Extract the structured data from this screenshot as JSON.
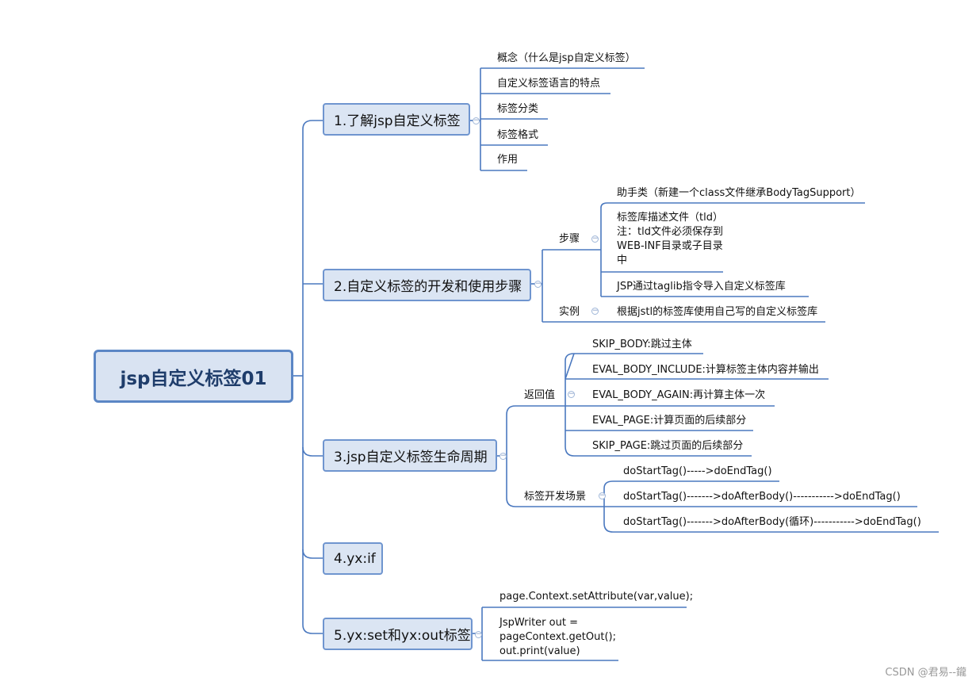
{
  "root": "jsp自定义标签01",
  "branches": [
    {
      "label": "1.了解jsp自定义标签",
      "items": [
        "概念（什么是jsp自定义标签）",
        "自定义标签语言的特点",
        "标签分类",
        "标签格式",
        "作用"
      ]
    },
    {
      "label": "2.自定义标签的开发和使用步骤",
      "steps_label": "步骤",
      "steps": [
        "助手类（新建一个class文件继承BodyTagSupport）",
        [
          "标签库描述文件（tld）",
          "注：tld文件必须保存到",
          "WEB-INF目录或子目录",
          "中"
        ],
        "JSP通过taglib指令导入自定义标签库"
      ],
      "example_label": "实例",
      "example": "根据jstl的标签库使用自己写的自定义标签库"
    },
    {
      "label": "3.jsp自定义标签生命周期",
      "return_label": "返回值",
      "returns": [
        "SKIP_BODY:跳过主体",
        "EVAL_BODY_INCLUDE:计算标签主体内容并输出",
        "EVAL_BODY_AGAIN:再计算主体一次",
        "EVAL_PAGE:计算页面的后续部分",
        "SKIP_PAGE:跳过页面的后续部分"
      ],
      "scene_label": "标签开发场景",
      "scenes": [
        "doStartTag()----->doEndTag()",
        "doStartTag()------->doAfterBody()----------->doEndTag()",
        "doStartTag()------->doAfterBody(循环)----------->doEndTag()"
      ]
    },
    {
      "label": "4.yx:if"
    },
    {
      "label": "5.yx:set和yx:out标签",
      "items": [
        "page.Context.setAttribute(var,value);",
        [
          "JspWriter out =",
          "pageContext.getOut();",
          "out.print(value)"
        ]
      ]
    }
  ],
  "watermark": "CSDN @君易--鑨",
  "colors": {
    "root_border": "#5b86c5",
    "root_fill": "#d9e3f2",
    "node_border": "#6f95cf",
    "node_fill": "#dbe5f3",
    "line": "#4a78bf"
  }
}
